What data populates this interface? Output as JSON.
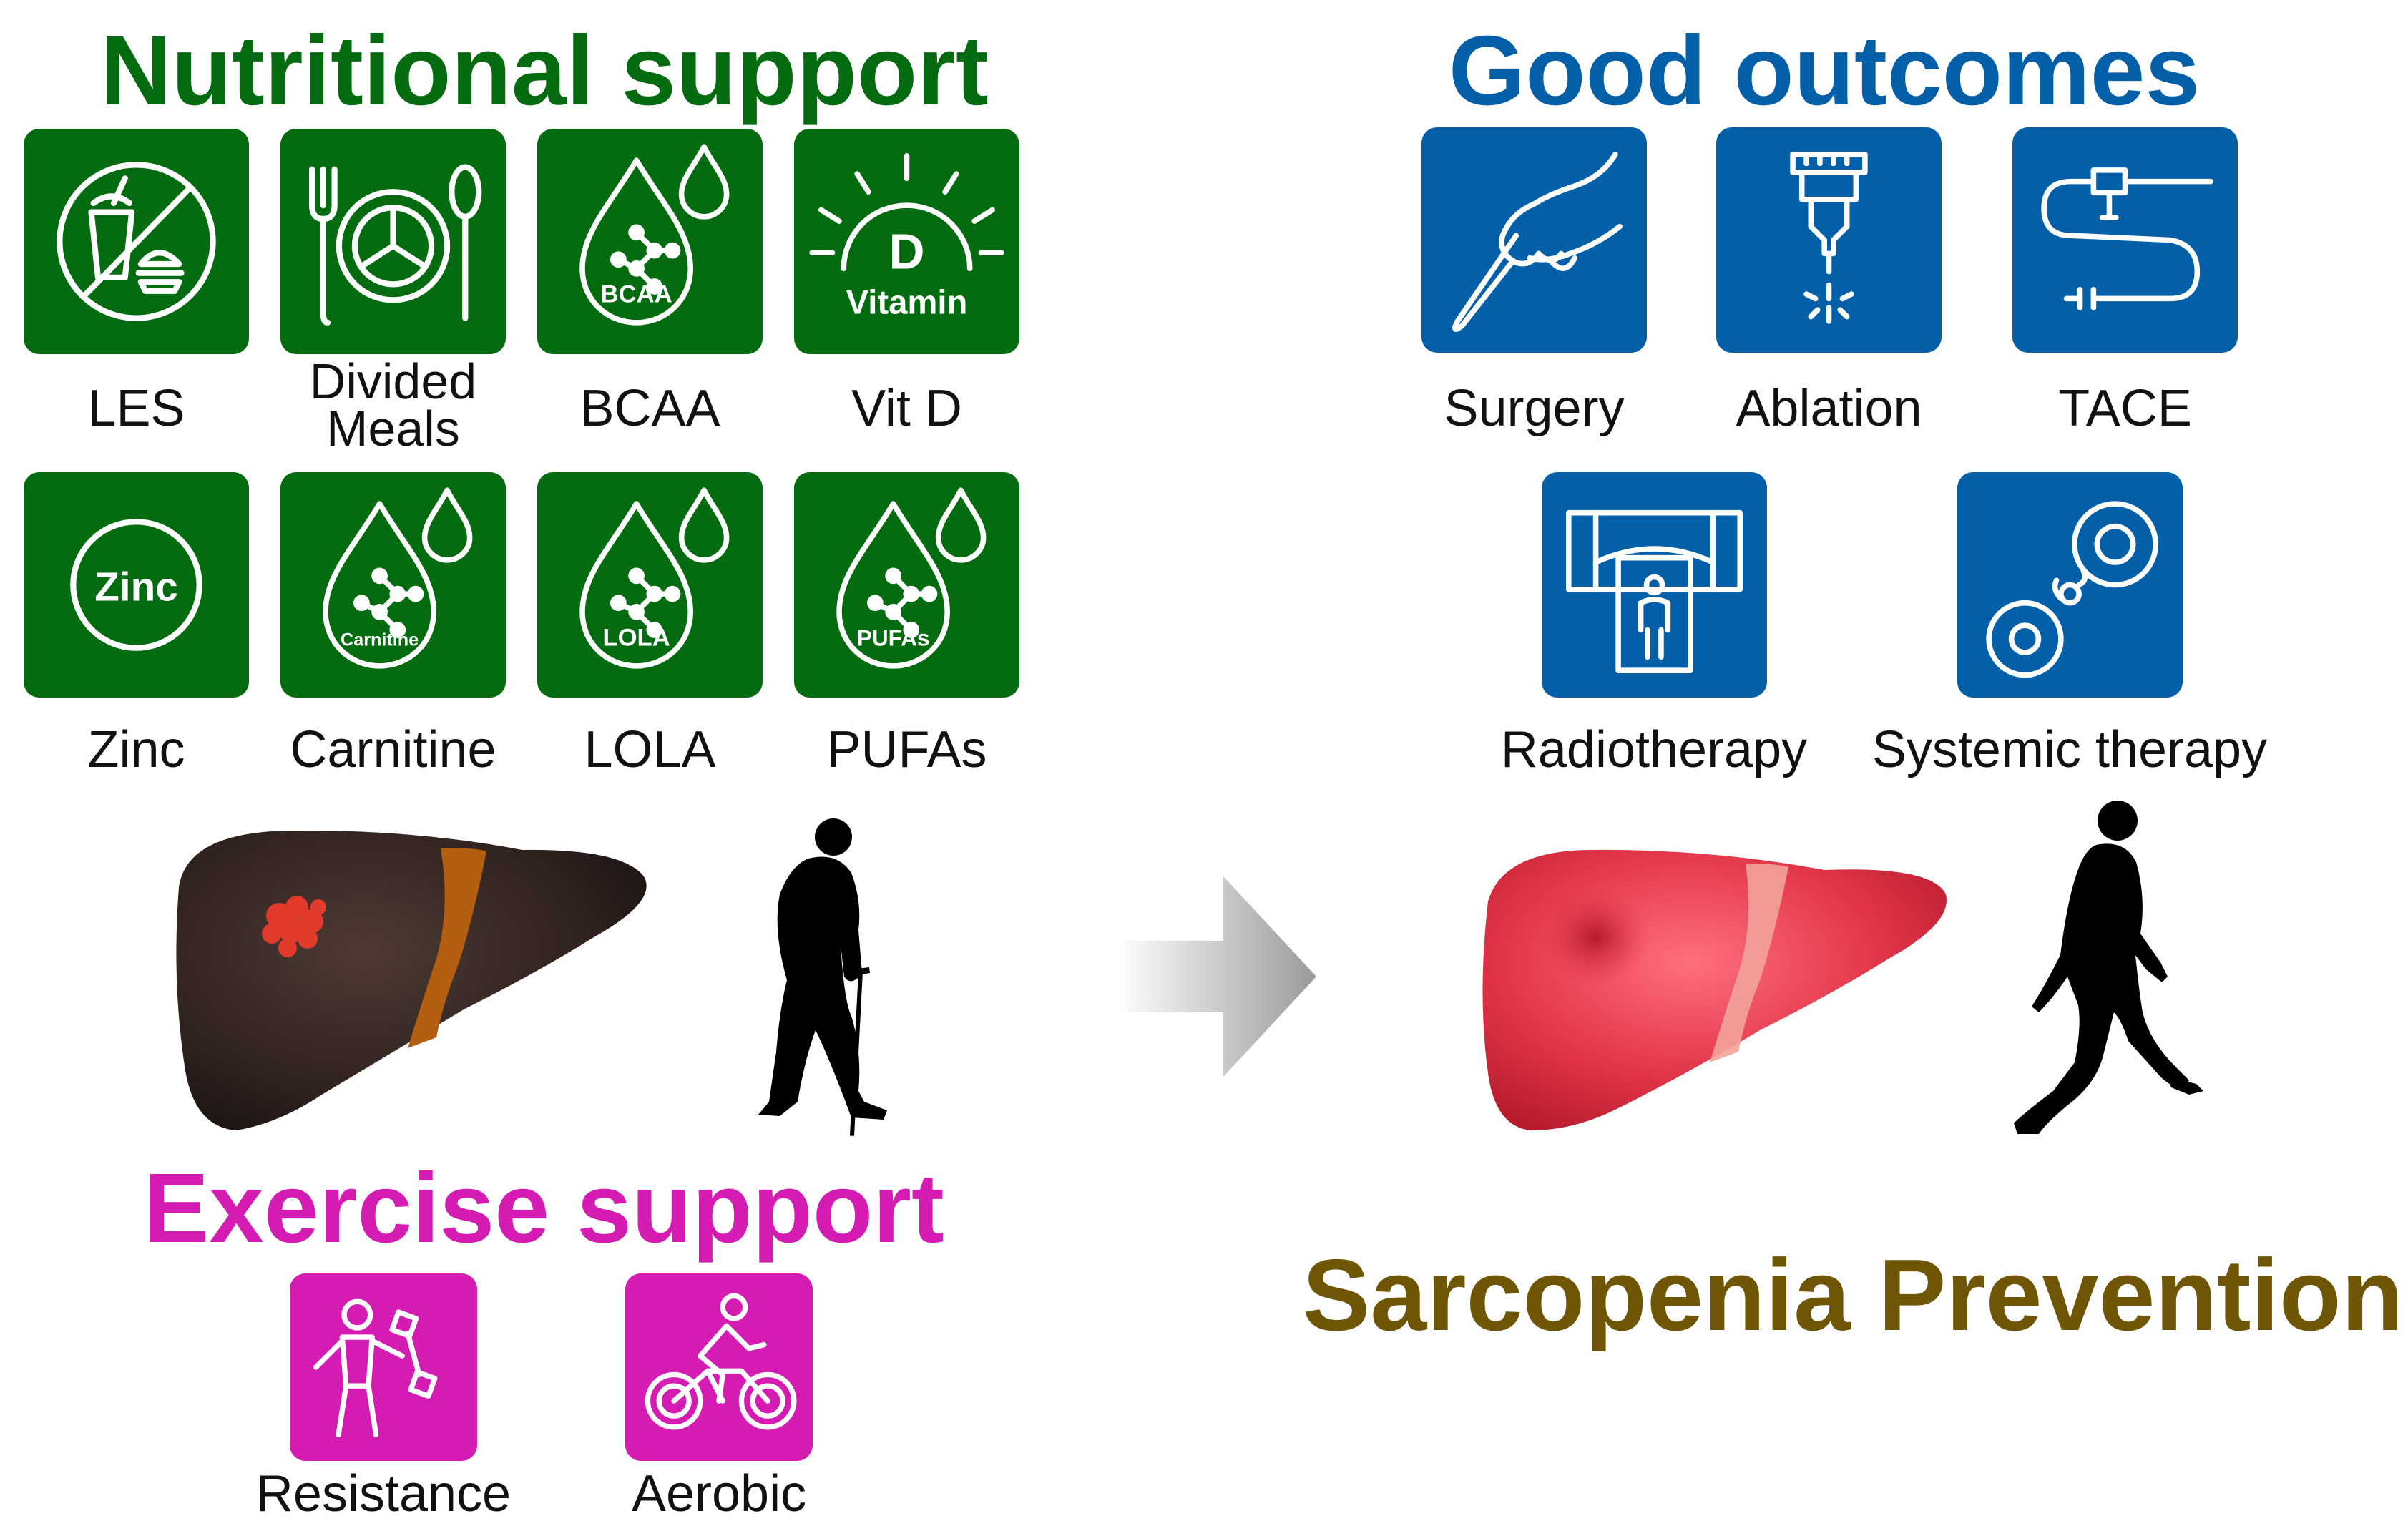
{
  "colors": {
    "nutrition": "#046B10",
    "outcomes": "#0360A8",
    "exercise": "#D41CB2",
    "prevention": "#6E5606"
  },
  "nutrition": {
    "title": "Nutritional support",
    "items": [
      {
        "label": "LES",
        "icon": "no-junk-food-icon",
        "text": ""
      },
      {
        "label": "Divided Meals",
        "icon": "divided-plate-icon",
        "text": ""
      },
      {
        "label": "BCAA",
        "icon": "molecule-drop-icon",
        "text": "BCAA"
      },
      {
        "label": "Vit D",
        "icon": "sun-vitamin-icon",
        "text": "D",
        "text2": "Vitamin"
      },
      {
        "label": "Zinc",
        "icon": "zinc-icon",
        "text": "Zinc"
      },
      {
        "label": "Carnitine",
        "icon": "molecule-drop-icon",
        "text": "Carnitine"
      },
      {
        "label": "LOLA",
        "icon": "molecule-drop-icon",
        "text": "LOLA"
      },
      {
        "label": "PUFAs",
        "icon": "molecule-drop-icon",
        "text": "PUFAs"
      }
    ]
  },
  "outcomes": {
    "title": "Good outcomes",
    "items": [
      {
        "label": "Surgery",
        "icon": "scalpel-hand-icon"
      },
      {
        "label": "Ablation",
        "icon": "ablation-probe-icon"
      },
      {
        "label": "TACE",
        "icon": "catheter-icon"
      },
      {
        "label": "Radiotherapy",
        "icon": "radiotherapy-machine-icon"
      },
      {
        "label": "Systemic therapy",
        "icon": "cell-drug-icon"
      }
    ]
  },
  "exercise": {
    "title": "Exercise support",
    "items": [
      {
        "label": "Resistance",
        "icon": "dumbbell-person-icon"
      },
      {
        "label": "Aerobic",
        "icon": "cyclist-icon"
      }
    ]
  },
  "prevention": {
    "title": "Sarcopenia Prevention"
  }
}
